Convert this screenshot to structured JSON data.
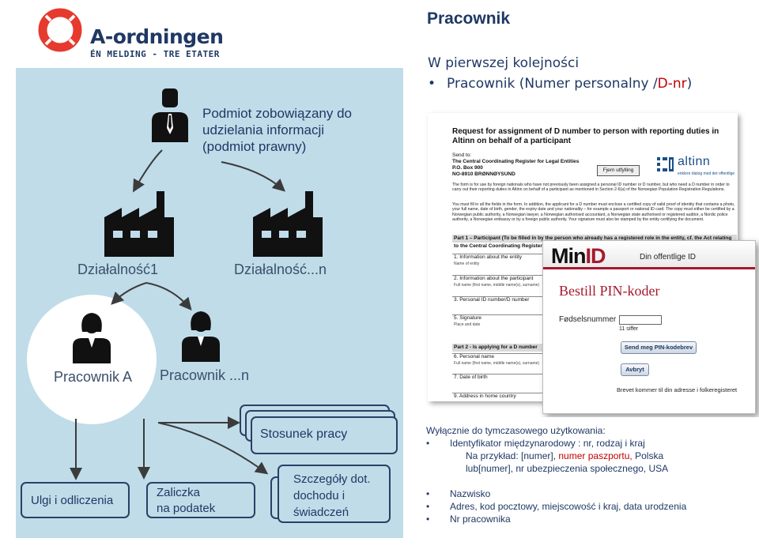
{
  "logo": {
    "name": "A-ordningen",
    "tagline": "ÉN MELDING - TRE ETATER"
  },
  "diagram": {
    "legal_entity": "Podmiot zobowiązany do udzielania informacji (podmiot prawny)",
    "activity_1": "Działalność1",
    "activity_n": "Działalność...n",
    "employee_a": "Pracownik A",
    "employee_n": "Pracownik ...n",
    "employment_relation": "Stosunek pracy",
    "income_details": "Szczegóły dot. dochodu i świadczeń",
    "deductions": "Ulgi i odliczenia",
    "advance_tax_line1": "Zaliczka",
    "advance_tax_line2": "na podatek"
  },
  "header": {
    "title": "Pracownik",
    "intro": "W pierwszej kolejności",
    "bullet_text": "Pracownik (Numer personalny /",
    "bullet_accent": "D-nr",
    "bullet_end": ")"
  },
  "dnr_form": {
    "title": "Request for assignment of D number to person with reporting duties in Altinn on behalf of a participant",
    "send_to_label": "Send to:",
    "send_to_org": "The Central Coordinating Register for Legal Entities",
    "send_to_box": "P.O. Box 900",
    "send_to_city": "NO-8910 BRØNNØYSUND",
    "return_button": "Fjern utfylling",
    "altinn_name": "altinn",
    "altinn_slogan": "enklere dialog med det offentlige",
    "para_1": "The form is for use by foreign nationals who have not previously been assigned a personal ID number or D number, but who need a D number in order to carry out their reporting duties in Altinn on behalf of a participant as mentioned in Section 2-6(a) of the Norwegian Population Registration Regulations.",
    "para_2": "You must fill in all the fields in the form. In addition, the applicant for a D number must enclose a certified copy of valid proof of identity that contains a photo, your full name, date of birth, gender, the expiry date and your nationality – for example a passport or national ID card. The copy must either be certified by a Norwegian public authority, a Norwegian lawyer, a Norwegian authorised accountant, a Norwegian state authorised or registered auditor, a Nordic police authority, a Norwegian embassy or by a foreign public authority. Your signature must also be stamped by the entity certifying the document.",
    "part_1": "Part 1 – Participant (To be filled in by the person who already has a registered role in the entity, cf. the Act relating to the Central Coordinating Register for Legal Entities letters (e)-(e) and (g)-(h))",
    "field_1": "1. Information about the entity",
    "field_1_sub": "Name of entity",
    "field_2": "2. Information about the participant",
    "field_2_sub": "Full name (first name, middle name(s), surname)",
    "field_3": "3. Personal ID number/D number",
    "field_5": "5. Signature",
    "field_5_sub": "Place and date",
    "part_2": "Part 2 - Is applying for a D number",
    "field_6": "6. Personal name",
    "field_6_sub": "Full name (first name, middle name(s), surname)",
    "field_7": "7. Date of birth",
    "field_9": "9. Address in home country"
  },
  "minid": {
    "logo_prefix": "Min",
    "logo_suffix": "ID",
    "tagline": "Din offentlige ID",
    "heading": "Bestill PIN-koder",
    "dob_label": "Fødselsnummer",
    "dob_value": "",
    "dob_hint": "11 siffer",
    "send_button": "Send meg PIN-kodebrev",
    "cancel_button": "Avbryt",
    "footnote": "Brevet kommer til din adresse i folkeregisteret"
  },
  "info": {
    "heading": "Wyłącznie do tymczasowego użytkowania:",
    "ids_bullet": "Identyfikator międzynarodowy : nr, rodzaj i kraj",
    "example_prefix": "Na przykład: [numer], ",
    "example_accent": "numer paszportu,",
    "example_suffix": " Polska",
    "example_line2": "lub[numer], nr ubezpieczenia społecznego, USA",
    "name_bullet": "Nazwisko",
    "address_bullet": "Adres, kod pocztowy, miejscowość i kraj, data urodzenia",
    "empno_bullet": "Nr pracownika"
  },
  "colors": {
    "panel_bg": "#c0dce9",
    "navy": "#1f3864",
    "logo_red": "#e63a2e",
    "minid_red": "#a6192e",
    "accent_red": "#c00000"
  }
}
